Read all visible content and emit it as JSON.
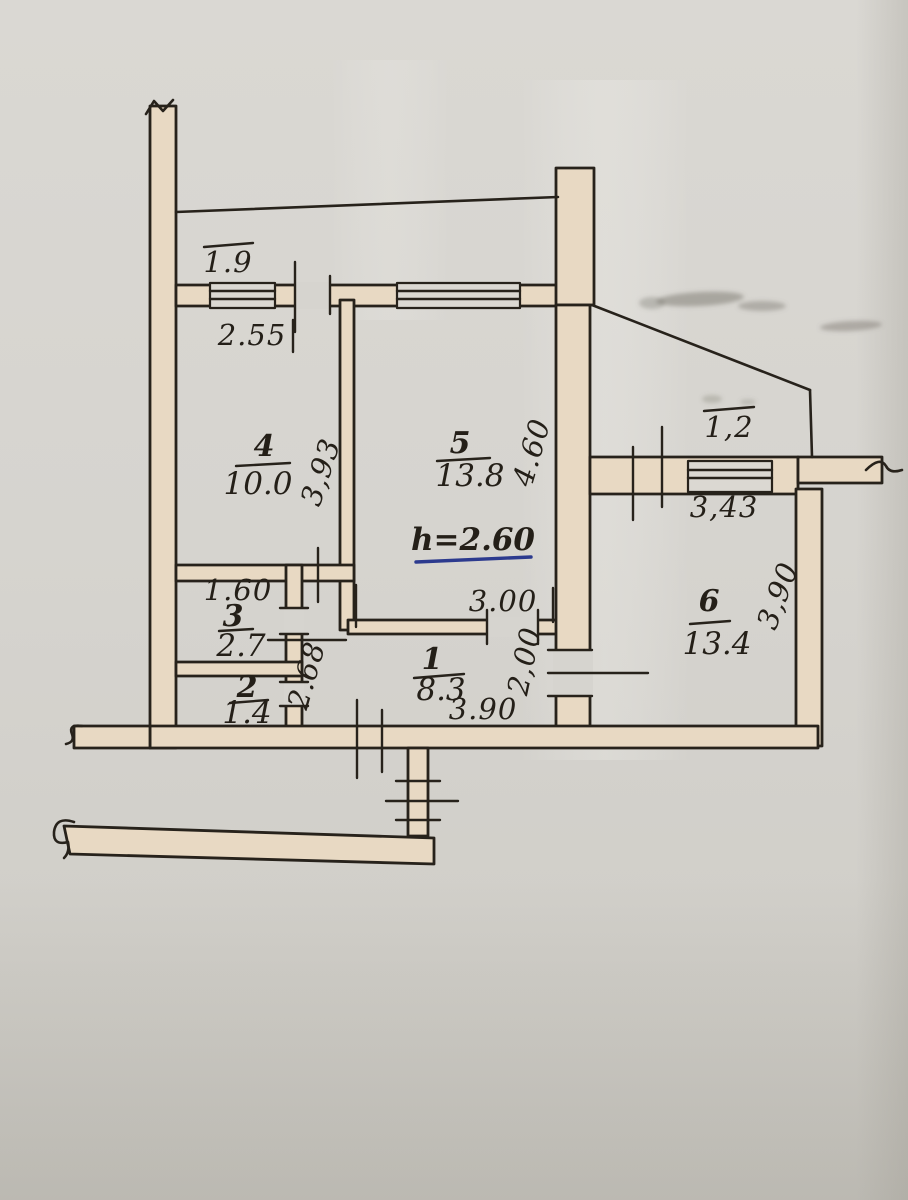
{
  "plan": {
    "balcony_top": {
      "dim": "1.9"
    },
    "balcony_right": {
      "dim": "1,2",
      "width": "3,43"
    },
    "rooms": {
      "r1": {
        "number": "1",
        "area": "8.3",
        "width": "3.90",
        "depth": "2,00",
        "wall_len": "2.68"
      },
      "r2": {
        "number": "2",
        "area": "1.4"
      },
      "r3": {
        "number": "3",
        "area": "2.7",
        "width": "1.60"
      },
      "r4": {
        "number": "4",
        "area": "10.0",
        "width": "2.55",
        "depth": "3,93"
      },
      "r5": {
        "number": "5",
        "area": "13.8",
        "width": "3.00",
        "depth": "4.60"
      },
      "r6": {
        "number": "6",
        "area": "13.4",
        "width": "3,43",
        "depth": "3,90"
      }
    },
    "ceiling_height_note": "h=2.60",
    "colors": {
      "ink": "#241f18",
      "room_number_red": "#a63b28",
      "note_blue": "#2c3a8e",
      "wall_fill": "#e8d9c3",
      "paper": "#d6d4cf"
    }
  }
}
